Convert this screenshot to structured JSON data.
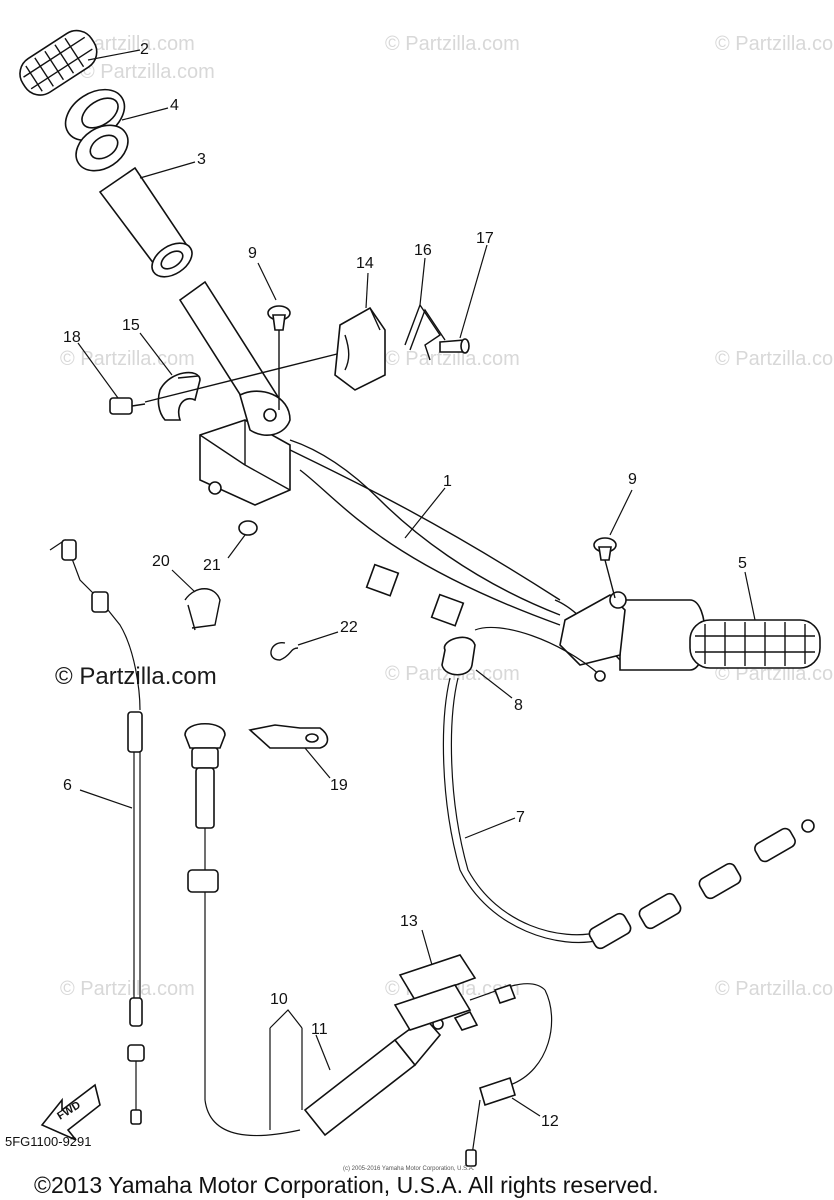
{
  "watermark": {
    "brand_text": "© Partzilla.com"
  },
  "callouts": [
    "1",
    "2",
    "3",
    "4",
    "5",
    "6",
    "7",
    "8",
    "9",
    "9",
    "10",
    "11",
    "12",
    "13",
    "14",
    "15",
    "16",
    "17",
    "18",
    "19",
    "20",
    "21",
    "22"
  ],
  "fwd_label": "FWD",
  "diagram_code": "5FG1100-9291",
  "tiny_credit": "(c) 2005-2016 Yamaha Motor Corporation, U.S.A.",
  "copyright": "©2013 Yamaha Motor Corporation, U.S.A. All rights reserved.",
  "colors": {
    "ink": "#111111",
    "watermark": "#d8d8d8",
    "background": "#ffffff"
  }
}
